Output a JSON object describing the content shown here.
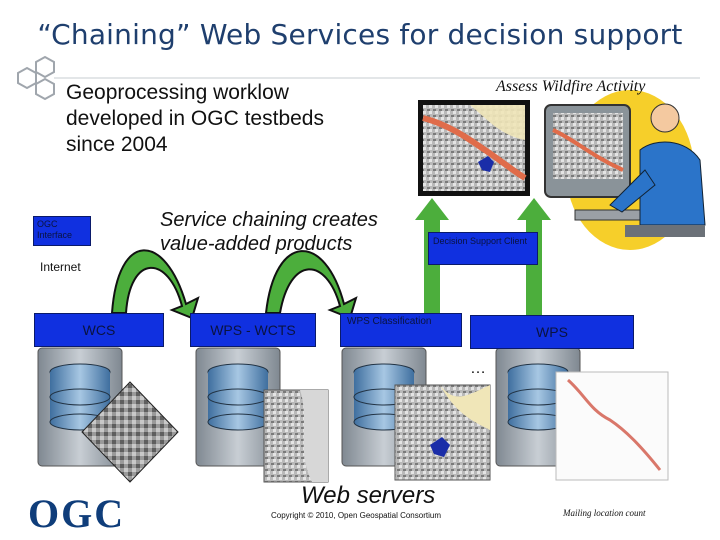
{
  "title": "“Chaining” Web Services for decision support",
  "workflow_text": "Geoprocessing worklow developed in OGC testbeds since 2004",
  "assess_label": "Assess Wildfire Activity",
  "chaining_line1": "Service chaining creates",
  "chaining_line2": "value-added products",
  "ogc_interface_label": "OGC Interface",
  "dss_label": "Decision Support Client",
  "internet_label": "Internet",
  "services": {
    "wcs": "WCS",
    "wps_wcts": "WPS - WCTS",
    "wps_classification": "WPS Classification",
    "wps": "WPS"
  },
  "ellipsis": "…",
  "web_servers_label": "Web servers",
  "copyright": "Copyright © 2010, Open Geospatial Consortium",
  "mailing_label": "Mailing location count",
  "logo_text": "OGC",
  "colors": {
    "title": "#1f3f6e",
    "service_box": "#1030e0",
    "arrow_green": "#4cae3c",
    "server_gray": "#9aa3ad"
  }
}
